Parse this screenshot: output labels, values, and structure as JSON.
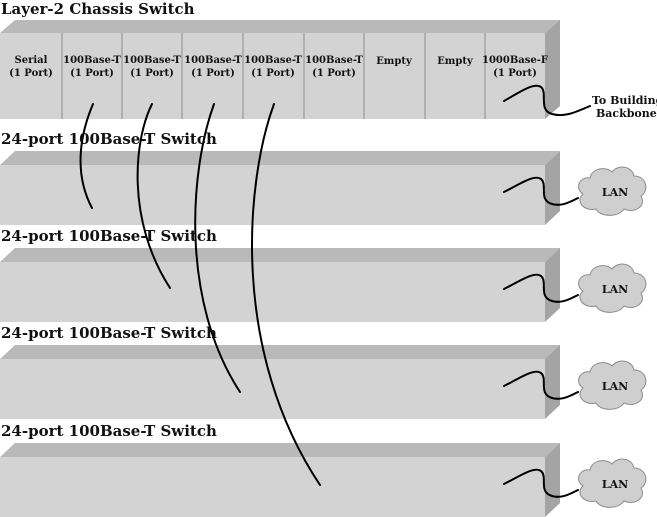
{
  "chassis": {
    "title": "Layer-2 Chassis Switch",
    "slots": [
      {
        "name": "Serial",
        "ports": "(1 Port)"
      },
      {
        "name": "100Base-T",
        "ports": "(1 Port)"
      },
      {
        "name": "100Base-T",
        "ports": "(1 Port)"
      },
      {
        "name": "100Base-T",
        "ports": "(1 Port)"
      },
      {
        "name": "100Base-T",
        "ports": "(1 Port)"
      },
      {
        "name": "100Base-T",
        "ports": "(1 Port)"
      },
      {
        "name": "Empty",
        "ports": ""
      },
      {
        "name": "Empty",
        "ports": ""
      },
      {
        "name": "1000Base-F",
        "ports": "(1 Port)"
      }
    ],
    "uplink_label_line1": "To Building",
    "uplink_label_line2": "Backbone"
  },
  "switches": [
    {
      "title": "24-port 100Base-T Switch",
      "cloud_label": "LAN"
    },
    {
      "title": "24-port 100Base-T Switch",
      "cloud_label": "LAN"
    },
    {
      "title": "24-port 100Base-T Switch",
      "cloud_label": "LAN"
    },
    {
      "title": "24-port 100Base-T Switch",
      "cloud_label": "LAN"
    }
  ],
  "colors": {
    "front": "#d3d3d3",
    "top": "#b9b9b9",
    "side": "#a4a4a4",
    "edge": "#8c8c8c",
    "cloud": "#cfcfcf"
  }
}
